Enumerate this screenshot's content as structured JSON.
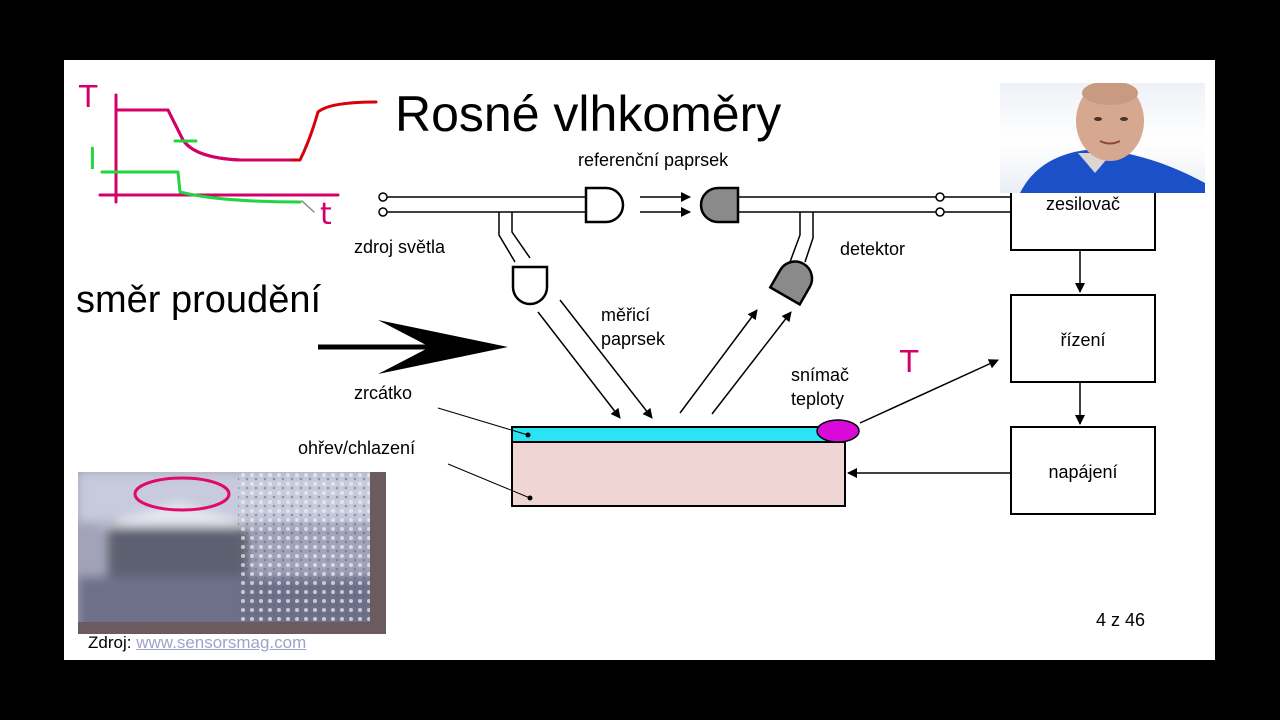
{
  "slide": {
    "title": "Rosné vlhkoměry",
    "flow_direction": "směr proudění",
    "reference_beam": "referenční paprsek",
    "light_source": "zdroj světla",
    "detector": "detektor",
    "measuring_beam_line1": "měřicí",
    "measuring_beam_line2": "paprsek",
    "mirror": "zrcátko",
    "heating_cooling": "ohřev/chlazení",
    "temp_sensor_line1": "snímač",
    "temp_sensor_line2": "teploty",
    "amplifier": "zesilovač",
    "control": "řízení",
    "power_supply": "napájení",
    "page_number": "4 z 46",
    "source_label": "Zdroj:",
    "source_link": "www.sensorsmag.com"
  },
  "annotations": {
    "handwritten_T_graph": "T",
    "handwritten_I": "I",
    "handwritten_t": "t",
    "handwritten_T_sensor": "T"
  },
  "colors": {
    "mirror": "#29e4f2",
    "body": "#efd6d4",
    "sensor": "#d90ad9",
    "detector_fill": "#8a8a8a",
    "ink_magenta": "#d4006a",
    "ink_green": "#22d440",
    "ink_red": "#d8000a",
    "webcam_shirt": "#1c50c8"
  }
}
